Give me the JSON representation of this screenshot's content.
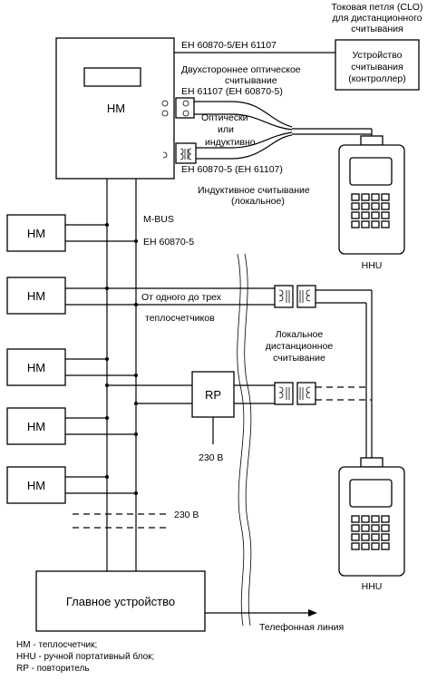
{
  "labels": {
    "current_loop": [
      "Токовая петля (CLO)",
      "для дистанционного",
      "считывания"
    ],
    "reader": [
      "Устройство",
      "считывания",
      "(контроллер)"
    ],
    "std_top": "ЕН 60870-5/ЕН 61107",
    "two_way": [
      "Двухстороннее оптическое",
      "считывание"
    ],
    "std_opt": "ЕН 61107 (ЕН 60870-5)",
    "opt_or_ind": [
      "Оптически",
      "или",
      "индуктивно"
    ],
    "std_ind": "ЕН 60870-5 (ЕН 61107)",
    "ind_read": [
      "Индуктивное считывание",
      "(локальное)"
    ],
    "mbus": "M-BUS",
    "en_mbus": "ЕН 60870-5",
    "one_three": [
      "От одного до трех",
      "теплосчетчиков"
    ],
    "local_remote": [
      "Локальное",
      "дистанционное",
      "считывание"
    ],
    "rp": "RP",
    "v230_rp": "230 В",
    "v230_bus": "230 В",
    "main_device": "Главное устройство",
    "phone_line": "Телефонная линия",
    "hm_main": "НМ",
    "hm_1": "НМ",
    "hm_2": "НМ",
    "hm_3": "НМ",
    "hm_4": "НМ",
    "hm_5": "НМ",
    "hhu_top": "HHU",
    "hhu_bottom": "HHU"
  },
  "legend": [
    "НМ - теплосчетчик;",
    "HHU - ручной портативный блок;",
    "RP - повторитель"
  ]
}
